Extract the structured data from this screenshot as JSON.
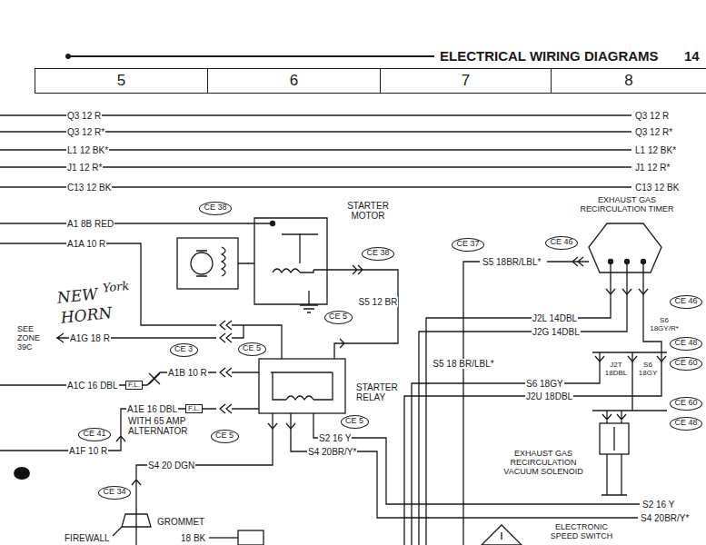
{
  "diagram": {
    "title": "ELECTRICAL WIRING DIAGRAMS",
    "nodes": [
      {
        "text": [
          "5"
        ]
      },
      {
        "text": [
          "6"
        ]
      },
      {
        "text": [
          "7"
        ]
      },
      {
        "text": [
          "8"
        ]
      },
      {
        "text": [
          "CE 38"
        ]
      },
      {
        "text": [
          "CE 37"
        ]
      },
      {
        "text": [
          "CE 46"
        ]
      },
      {
        "text": [
          "CE 38"
        ]
      },
      {
        "text": [
          "CE 46"
        ]
      },
      {
        "text": [
          "CE 5"
        ]
      },
      {
        "text": [
          "CE 48"
        ]
      },
      {
        "text": [
          "CE 3"
        ]
      },
      {
        "text": [
          "CE 5"
        ]
      },
      {
        "text": [
          "CE 60"
        ]
      },
      {
        "text": [
          "CE 60"
        ]
      },
      {
        "text": [
          "CE 48"
        ]
      },
      {
        "text": [
          "CE 5"
        ]
      },
      {
        "text": [
          "CE 41"
        ]
      },
      {
        "text": [
          "CE 5"
        ]
      },
      {
        "text": [
          "CE 34"
        ]
      }
    ],
    "labels": [
      "14",
      "Q3 12 R",
      "Q3 12 R*",
      "L1 12 BK*",
      "J1 12 R*",
      "C13 12 BK",
      "Q3 12 R",
      "Q3 12 R*",
      "L1 12 BK*",
      "J1 12 R*",
      "C13 12 BK",
      "EXHAUST GAS RECIRCULATION TIMER",
      "STARTER MOTOR",
      "A1 8B RED",
      "A1A 10 R",
      "S5 18BR/LBL*",
      "S5 12 BR",
      "NEW",
      "York",
      "HORN",
      "J2L 14DBL",
      "S6 18GY/R*",
      "J2G 14DBL",
      "S5 18 BR/LBL*",
      "SEE ZONE 39C",
      "A1G 18 R",
      "J2T 18DBL",
      "S6 18GY",
      "A1B 10 R",
      "S6 18GY",
      "A1C 16 DBL",
      "F.L.",
      "STARTER RELAY",
      "J2U 18DBL",
      "A1E 16 DBL",
      "F.L.",
      "WITH 65 AMP ALTERNATOR",
      "S2 16 Y",
      "A1F 10 R",
      "S4 20BR/Y*",
      "EXHAUST GAS RECIRCULATION VACUUM SOLENOID",
      "S4 20 DGN",
      "S2 16 Y",
      "S4 20BR/Y*",
      "GROMMET",
      "ELECTRONIC SPEED SWITCH",
      "FIREWALL",
      "18 BK"
    ]
  }
}
